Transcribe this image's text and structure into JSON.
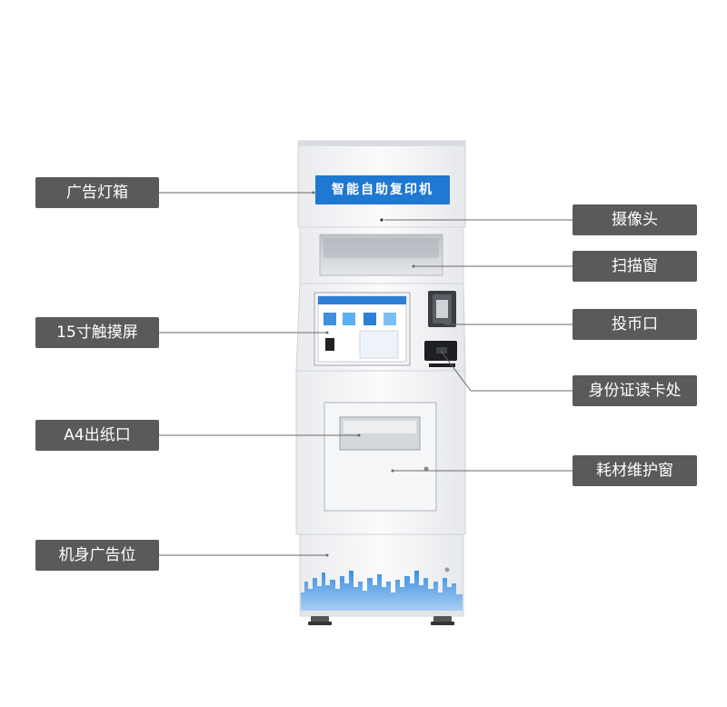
{
  "sign": {
    "text": "智能自助复印机"
  },
  "callouts": {
    "left": [
      {
        "key": "lightbox",
        "text": "广告灯箱"
      },
      {
        "key": "touchscreen",
        "text": "15寸触摸屏"
      },
      {
        "key": "paper_out",
        "text": "A4出纸口"
      },
      {
        "key": "body_ad",
        "text": "机身广告位"
      }
    ],
    "right": [
      {
        "key": "camera",
        "text": "摄像头"
      },
      {
        "key": "scan_window",
        "text": "扫描窗"
      },
      {
        "key": "coin_slot",
        "text": "投币口"
      },
      {
        "key": "id_reader",
        "text": "身份证读卡处"
      },
      {
        "key": "maintenance_window",
        "text": "耗材维护窗"
      }
    ]
  },
  "colors": {
    "label_bg": "#5a5a5a",
    "sign_bg": "#1f78d1",
    "skyline": "#5aa2e6"
  }
}
